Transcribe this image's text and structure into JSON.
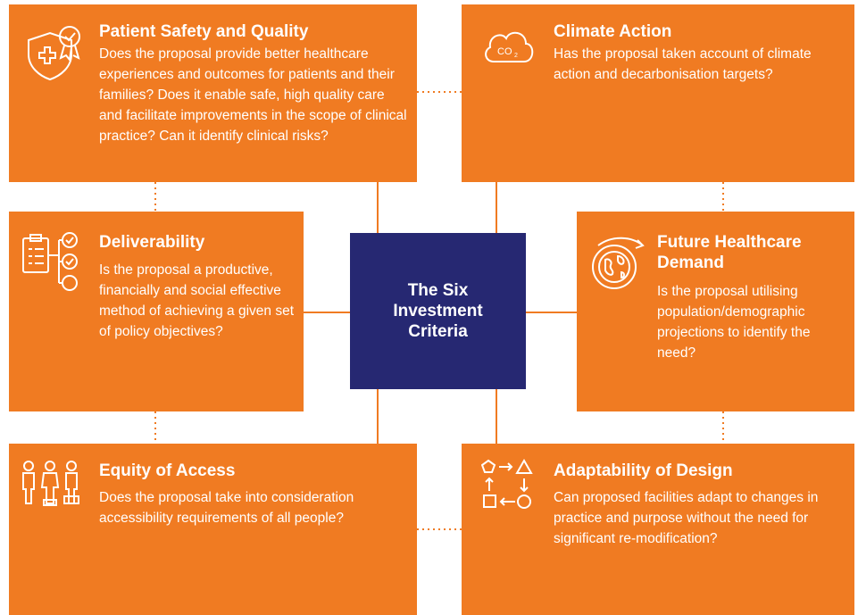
{
  "center": {
    "title": "The Six Investment Criteria"
  },
  "criteria": [
    {
      "title": "Patient Safety and Quality",
      "text": "Does the proposal provide better healthcare experiences and outcomes for patients and their families? Does it enable safe, high quality care and facilitate improvements in the scope of clinical practice? Can it identify clinical risks?",
      "icon": "shield-award-icon"
    },
    {
      "title": "Climate Action",
      "text": "Has the proposal taken account of climate action and decarbonisation targets?",
      "icon": "co2-cloud-icon"
    },
    {
      "title": "Deliverability",
      "text": "Is the proposal a productive, financially and social effective method of achieving a given set of policy objectives?",
      "icon": "checklist-icon"
    },
    {
      "title": "Future Healthcare Demand",
      "text": "Is the proposal utilising population/demographic projections to identify the need?",
      "icon": "globe-arrow-icon"
    },
    {
      "title": "Equity of Access",
      "text": "Does the proposal take into consideration accessibility requirements of all people?",
      "icon": "people-icon"
    },
    {
      "title": "Adaptability of Design",
      "text": "Can proposed facilities adapt to changes in practice and purpose without the need for significant re-modification?",
      "icon": "shapes-cycle-icon"
    }
  ],
  "colors": {
    "card": "#f07b22",
    "center": "#262872"
  }
}
